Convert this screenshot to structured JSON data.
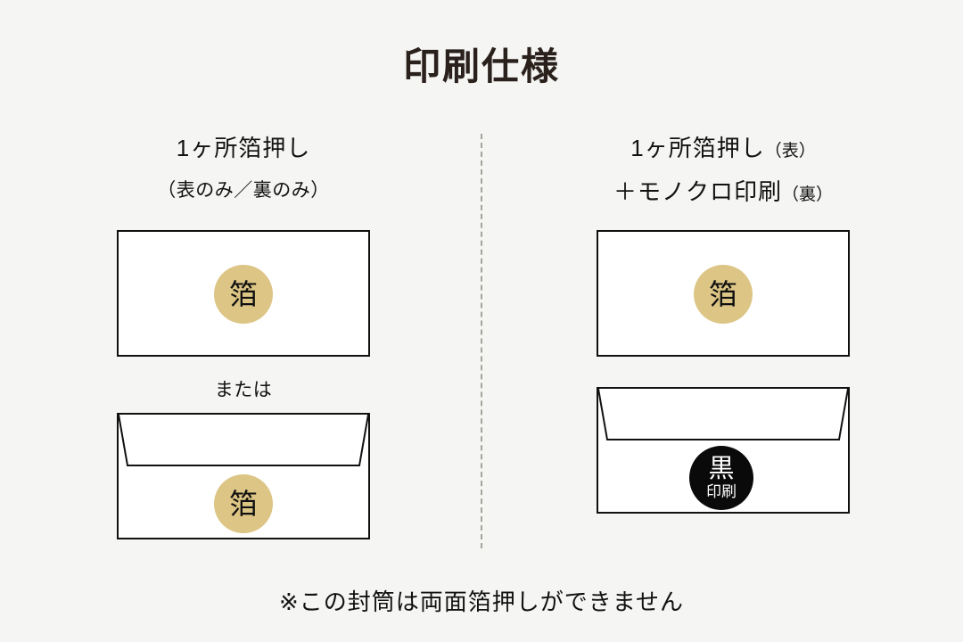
{
  "title": "印刷仕様",
  "divider": {
    "style": "vertical-dashed",
    "color": "#a6a29c"
  },
  "colors": {
    "background": "#f5f5f3",
    "title": "#2a211c",
    "foil_gold": "#dcc585",
    "mono_black": "#0a0a0a",
    "envelope_fill": "#ffffff",
    "envelope_stroke": "#111111",
    "divider": "#a6a29c"
  },
  "columns": [
    {
      "id": "left",
      "heading": "1ヶ所箔押し",
      "heading_note": "",
      "subheading": "（表のみ／裏のみ）",
      "or_label": "または",
      "envelopes": [
        {
          "id": "env-front",
          "side": "front",
          "has_flap": false,
          "stamp": {
            "type": "foil",
            "glyph": "箔",
            "glyph_sub": ""
          }
        },
        {
          "id": "env-back",
          "side": "back",
          "has_flap": true,
          "stamp": {
            "type": "foil",
            "glyph": "箔",
            "glyph_sub": ""
          }
        }
      ]
    },
    {
      "id": "right",
      "heading": "1ヶ所箔押し",
      "heading_note": "（表）",
      "subheading_main": "＋モノクロ印刷",
      "subheading_note": "（裏）",
      "envelopes": [
        {
          "id": "env-front",
          "side": "front",
          "has_flap": false,
          "stamp": {
            "type": "foil",
            "glyph": "箔",
            "glyph_sub": ""
          }
        },
        {
          "id": "env-back",
          "side": "back",
          "has_flap": true,
          "stamp": {
            "type": "mono",
            "glyph": "黒",
            "glyph_sub": "印刷"
          }
        }
      ]
    }
  ],
  "footer_note": "※この封筒は両面箔押しができません"
}
